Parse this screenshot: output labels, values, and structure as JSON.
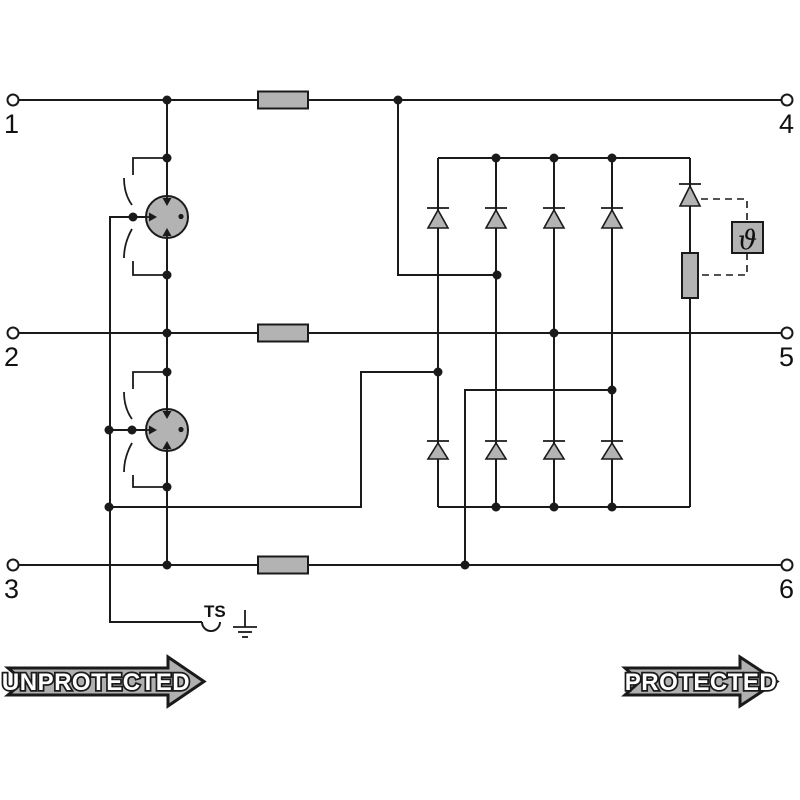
{
  "colors": {
    "background": "#ffffff",
    "line": "#1a1a1a",
    "component_fill": "#b3b3b3",
    "arrow_fill": "#b0b0b0",
    "arrow_text": "#ffffff",
    "label_text": "#111111"
  },
  "terminals": {
    "left": [
      "1",
      "2",
      "3"
    ],
    "right": [
      "4",
      "5",
      "6"
    ]
  },
  "labels": {
    "ts": "TS",
    "theta": "ϑ",
    "unprotected": "UNPROTECTED",
    "protected": "PROTECTED"
  },
  "components": {
    "series_impedance_count": 3,
    "gas_discharge_tube_count": 2,
    "suppressor_diode_count": 9,
    "thermal_sensor_symbol": "ϑ",
    "ground_symbol_present": true,
    "ts_disconnect_contact_present": true
  }
}
